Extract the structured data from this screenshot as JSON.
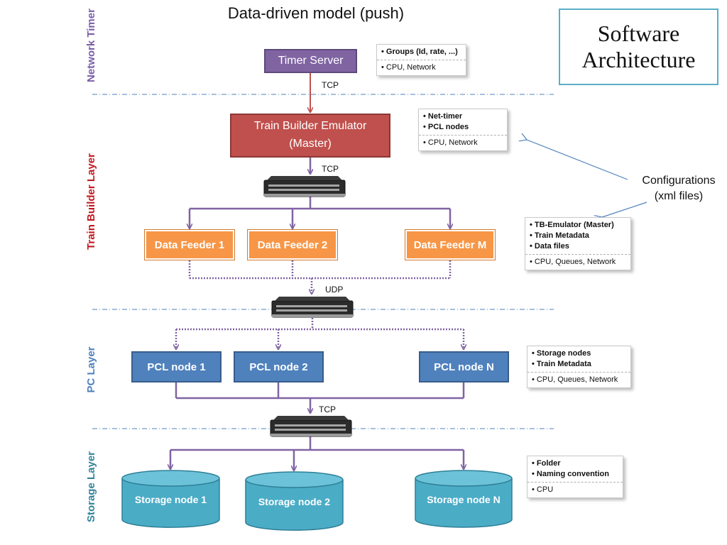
{
  "title": "Data-driven model (push)",
  "software_architecture": [
    "Software",
    "Architecture"
  ],
  "layers": {
    "network_timer": "Network Timer",
    "train_builder": "Train Builder Layer",
    "pc": "PC Layer",
    "storage": "Storage Layer"
  },
  "nodes": {
    "timer_server": "Timer Server",
    "tb_emulator": [
      "Train Builder Emulator",
      "(Master)"
    ],
    "data_feeders": [
      "Data Feeder 1",
      "Data Feeder 2",
      "Data Feeder M"
    ],
    "pcl_nodes": [
      "PCL node 1",
      "PCL node 2",
      "PCL node N"
    ],
    "storage_nodes": [
      "Storage node 1",
      "Storage node 2",
      "Storage node N"
    ]
  },
  "protocols": {
    "timer_to_tb": "TCP",
    "tb_to_switch": "TCP",
    "feeders_udp": "UDP",
    "pcl_tcp": "TCP"
  },
  "configs": {
    "timer": {
      "params": [
        "• Groups (Id, rate, ...)"
      ],
      "resources": "• CPU, Network"
    },
    "tb": {
      "params": [
        "• Net-timer",
        "• PCL nodes"
      ],
      "resources": "• CPU, Network"
    },
    "feeder": {
      "params": [
        "• TB-Emulator (Master)",
        "• Train Metadata",
        "• Data files"
      ],
      "resources": "• CPU, Queues, Network"
    },
    "pcl": {
      "params": [
        "• Storage nodes",
        "• Train Metadata"
      ],
      "resources": "• CPU, Queues, Network"
    },
    "storage": {
      "params": [
        "• Folder",
        "• Naming convention"
      ],
      "resources": "• CPU"
    }
  },
  "configurations_note": [
    "Configurations",
    "(xml files)"
  ],
  "colors": {
    "network_timer_label": "#7b5ea8",
    "train_builder_label": "#c0191f",
    "pc_label": "#4f81bd",
    "storage_label": "#31849b",
    "connector": "#8064a2",
    "timer_link": "#c0504d",
    "note_arrow": "#4f81bd",
    "layer_divider": "#4f81bd"
  },
  "icons": {
    "switch": "network-switch-icon"
  }
}
